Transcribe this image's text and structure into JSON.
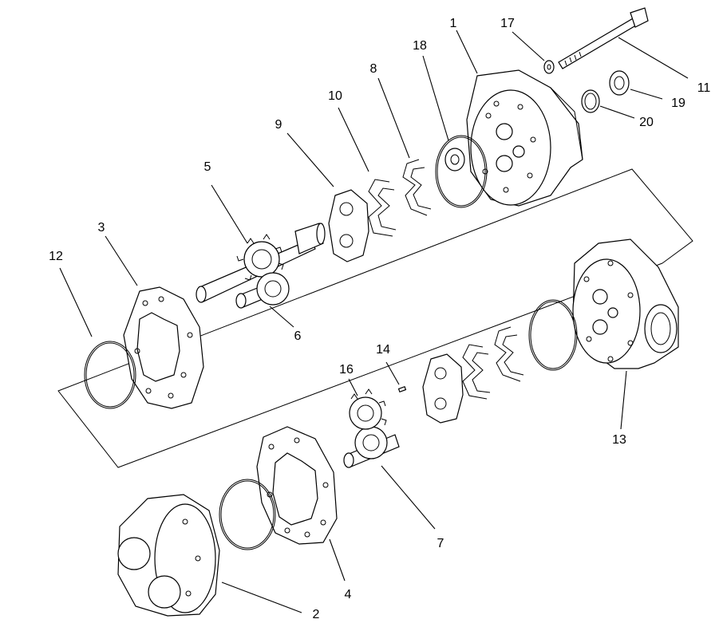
{
  "labels": [
    {
      "id": "1",
      "text": "1"
    },
    {
      "id": "2",
      "text": "2"
    },
    {
      "id": "3",
      "text": "3"
    },
    {
      "id": "4",
      "text": "4"
    },
    {
      "id": "5",
      "text": "5"
    },
    {
      "id": "6",
      "text": "6"
    },
    {
      "id": "7",
      "text": "7"
    },
    {
      "id": "8",
      "text": "8"
    },
    {
      "id": "9",
      "text": "9"
    },
    {
      "id": "10",
      "text": "10"
    },
    {
      "id": "11",
      "text": "11"
    },
    {
      "id": "12",
      "text": "12"
    },
    {
      "id": "13",
      "text": "13"
    },
    {
      "id": "14",
      "text": "14"
    },
    {
      "id": "16",
      "text": "16"
    },
    {
      "id": "17",
      "text": "17"
    },
    {
      "id": "18",
      "text": "18"
    },
    {
      "id": "19",
      "text": "19"
    },
    {
      "id": "20",
      "text": "20"
    }
  ]
}
